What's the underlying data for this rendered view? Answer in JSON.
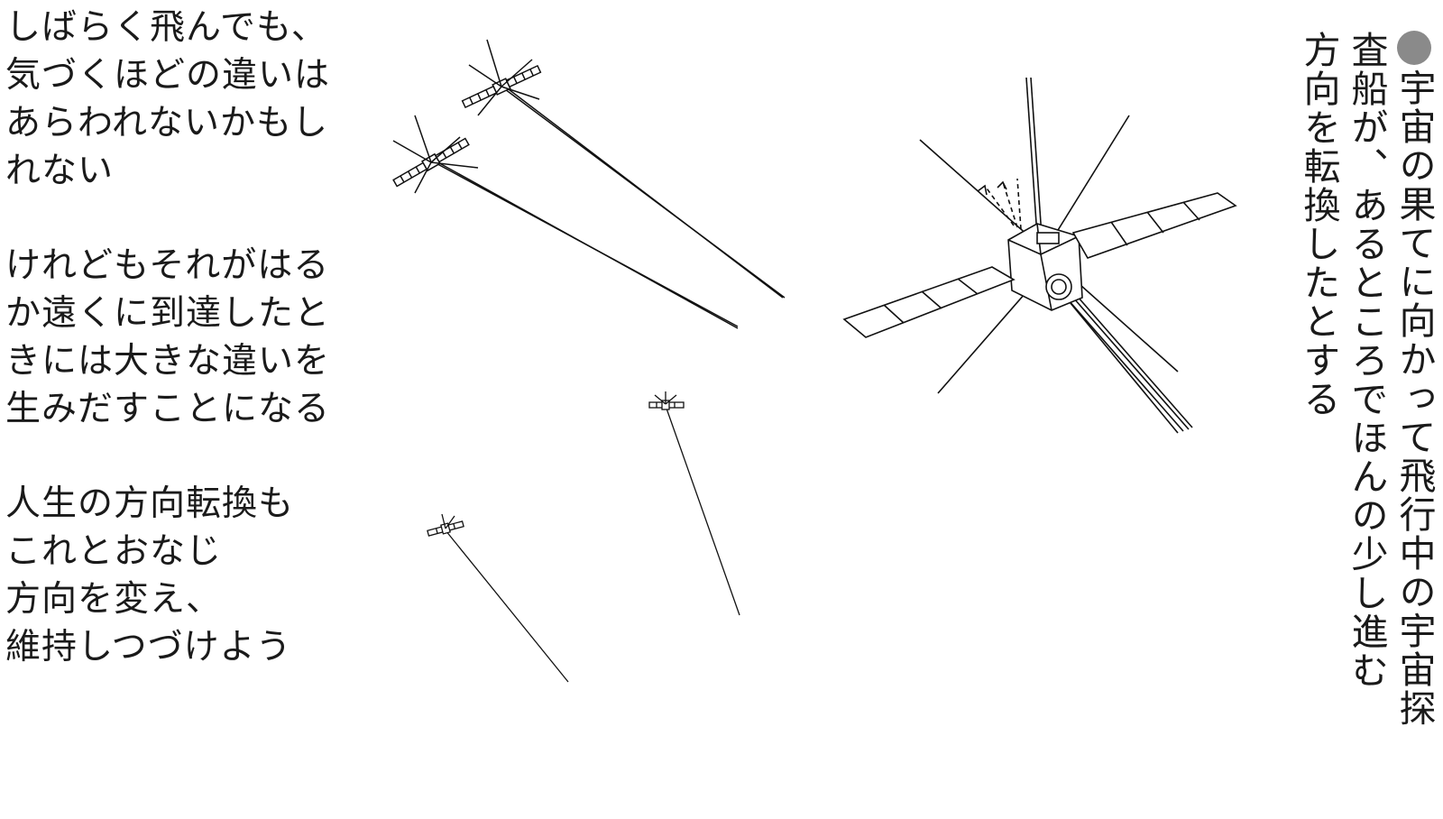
{
  "left_text": {
    "stanzas": [
      [
        "しばらく飛んでも、",
        "気づくほどの違いは",
        "あらわれないかもし",
        "れない"
      ],
      [
        "けれどもそれがはる",
        "か遠くに到達したと",
        "きには大きな違いを",
        "生みだすことになる"
      ],
      [
        "人生の方向転換も",
        "これとおなじ",
        "方向を変え、",
        "維持しつづけよう"
      ]
    ]
  },
  "caption": {
    "lines": [
      "宇宙の果てに向かって飛行中の宇宙探",
      "査船が、あるところでほんの少し進む",
      "方向を転換したとする"
    ]
  }
}
